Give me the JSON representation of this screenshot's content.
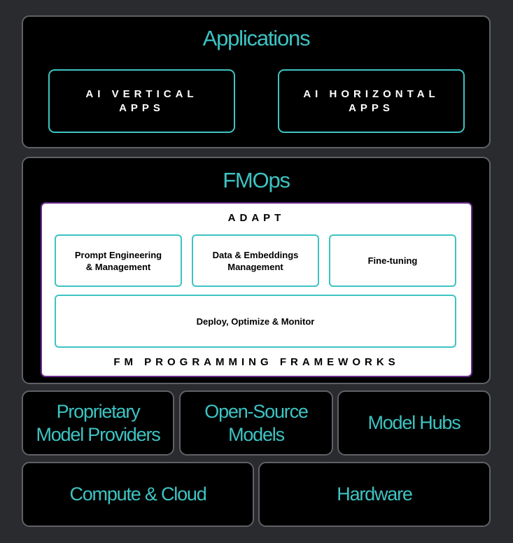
{
  "applications": {
    "title": "Applications",
    "vertical_label": "AI VERTICAL\nAPPS",
    "horizontal_label": "AI HORIZONTAL\nAPPS"
  },
  "fmops": {
    "title": "FMOps",
    "adapt_label": "ADAPT",
    "prompt_label": "Prompt Engineering\n& Management",
    "data_label": "Data & Embeddings\nManagement",
    "finetune_label": "Fine-tuning",
    "deploy_label": "Deploy, Optimize & Monitor",
    "frameworks_label": "FM PROGRAMMING FRAMEWORKS"
  },
  "models": {
    "proprietary": "Proprietary\nModel Providers",
    "open_source": "Open-Source\nModels",
    "hubs": "Model Hubs"
  },
  "infrastructure": {
    "compute": "Compute & Cloud",
    "hardware": "Hardware"
  },
  "colors": {
    "accent": "#3ec3c3",
    "background": "#2a2b2f",
    "panel": "#000000",
    "panel_border": "#5f6166",
    "frame_border": "#6b2d8e"
  }
}
